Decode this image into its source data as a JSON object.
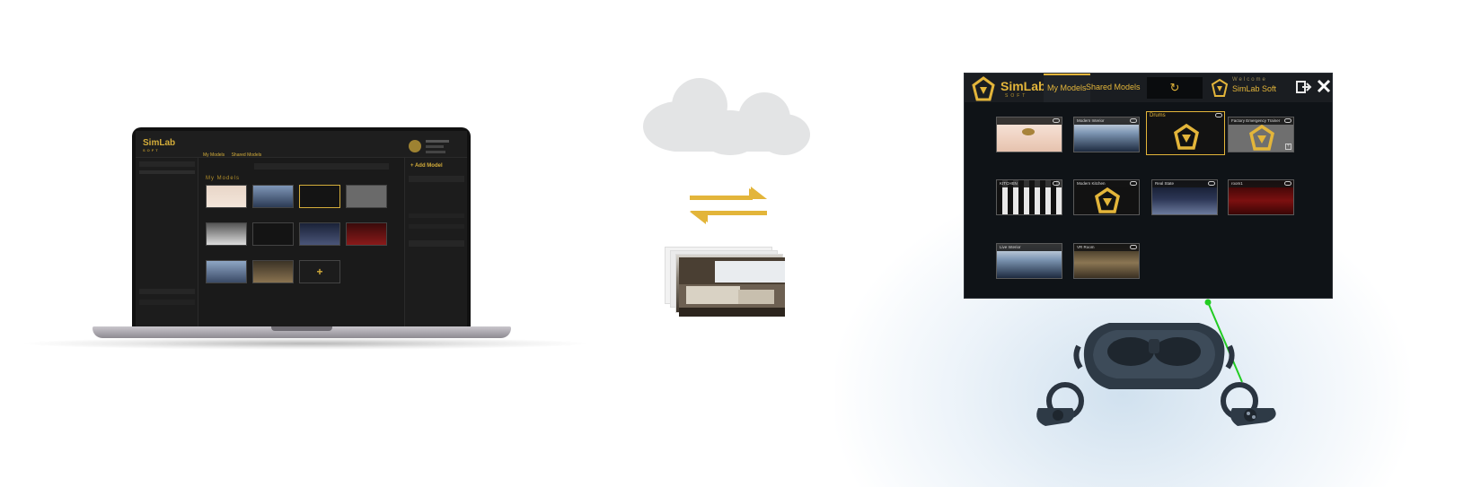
{
  "colors": {
    "accent": "#e3b53a",
    "panel_bg": "#0f1317",
    "cloud": "#e3e4e5",
    "pointer": "#22cc22"
  },
  "laptop": {
    "logo_text": "SimLab",
    "logo_sub": "SOFT",
    "tabs": [
      "My Models",
      "Shared Models"
    ],
    "section_title": "My Models",
    "add_model_label": "Add Model"
  },
  "vr": {
    "logo_text": "SimLab",
    "logo_sub": "SOFT",
    "tabs": {
      "my_models": "My Models",
      "shared_models": "Shared Models"
    },
    "refresh_icon": "refresh-icon",
    "welcome": {
      "line1": "Welcome",
      "line2": "SimLab Soft"
    },
    "exit_icon": "exit-icon",
    "close_icon": "close-icon",
    "cards": [
      {
        "caption": "",
        "scene": "beach",
        "cloud": true,
        "selected": false
      },
      {
        "caption": "Modern Interior",
        "scene": "living",
        "cloud": true,
        "selected": false
      },
      {
        "caption": "Drums",
        "scene": "logo",
        "cloud": true,
        "selected": true
      },
      {
        "caption": "Factory Emergency Trainer",
        "scene": "logo-grey",
        "cloud": true,
        "selected": false,
        "plus": true
      },
      {
        "caption": "KITCHEN",
        "scene": "kitchen",
        "cloud": true,
        "selected": false
      },
      {
        "caption": "Modern Kitchen",
        "scene": "logo",
        "cloud": true,
        "selected": false
      },
      {
        "caption": "Real State",
        "scene": "night",
        "cloud": true,
        "selected": false
      },
      {
        "caption": "room1",
        "scene": "red",
        "cloud": true,
        "selected": false
      },
      {
        "caption": "Live Interior",
        "scene": "living",
        "cloud": false,
        "selected": false
      },
      {
        "caption": "VR Room",
        "scene": "hall",
        "cloud": true,
        "selected": false
      }
    ]
  }
}
